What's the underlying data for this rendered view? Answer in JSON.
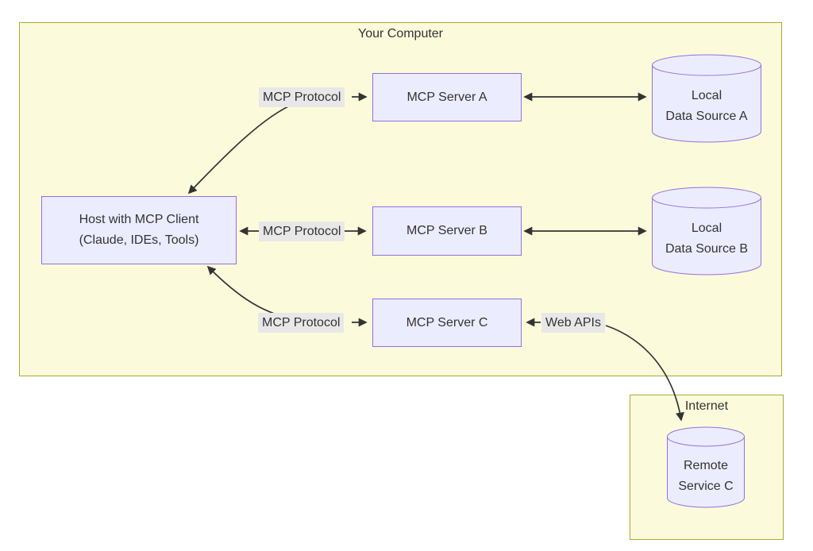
{
  "diagram": {
    "groups": {
      "your_computer": {
        "label": "Your Computer"
      },
      "internet": {
        "label": "Internet"
      }
    },
    "nodes": {
      "host": {
        "line1": "Host with MCP Client",
        "line2": "(Claude, IDEs, Tools)"
      },
      "server_a": {
        "label": "MCP Server A"
      },
      "server_b": {
        "label": "MCP Server B"
      },
      "server_c": {
        "label": "MCP Server C"
      },
      "source_a": {
        "line1": "Local",
        "line2": "Data Source A"
      },
      "source_b": {
        "line1": "Local",
        "line2": "Data Source B"
      },
      "remote_c": {
        "line1": "Remote",
        "line2": "Service C"
      }
    },
    "edge_labels": {
      "mcp1": "MCP Protocol",
      "mcp2": "MCP Protocol",
      "mcp3": "MCP Protocol",
      "web_apis": "Web APIs"
    },
    "colors": {
      "canvas_bg": "#ffffff",
      "group_fill": "#fbfbdc",
      "group_stroke": "#aaaa33",
      "node_fill": "#ececff",
      "node_stroke": "#9370db",
      "edge_color": "#333333",
      "label_bg": "#e8e8e8",
      "text": "#333333"
    }
  }
}
